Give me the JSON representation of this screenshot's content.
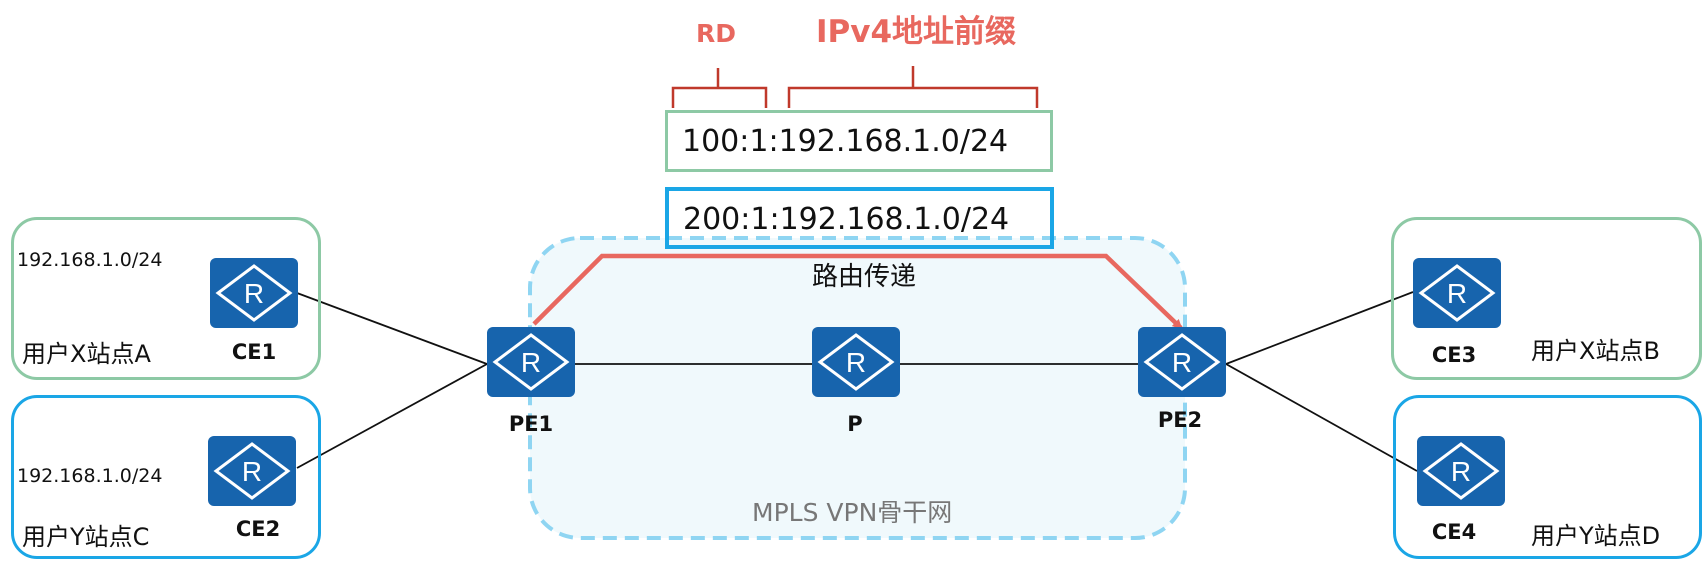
{
  "colors": {
    "green": "#8dc9a5",
    "blue": "#1aa6e6",
    "backbone_border": "#8fd5f2",
    "backbone_fill": "#f0f9fc",
    "router": "#1764ad",
    "accent_red": "#e8685f",
    "bracket": "#c0392b",
    "link": "#111111"
  },
  "header": {
    "rd_label": "RD",
    "prefix_label": "IPv4地址前缀"
  },
  "route_boxes": [
    {
      "text": "100:1:192.168.1.0/24",
      "color": "green"
    },
    {
      "text": "200:1:192.168.1.0/24",
      "color": "blue"
    }
  ],
  "backbone": {
    "label": "MPLS VPN骨干网",
    "route_label": "路由传递"
  },
  "sites": {
    "x_a": {
      "label": "用户X站点A",
      "prefix": "192.168.1.0/24",
      "router": "CE1"
    },
    "y_c": {
      "label": "用户Y站点C",
      "prefix": "192.168.1.0/24",
      "router": "CE2"
    },
    "x_b": {
      "label": "用户X站点B",
      "router": "CE3"
    },
    "y_d": {
      "label": "用户Y站点D",
      "router": "CE4"
    }
  },
  "core_routers": [
    "PE1",
    "P",
    "PE2"
  ],
  "icons": {
    "router": "router-icon"
  }
}
